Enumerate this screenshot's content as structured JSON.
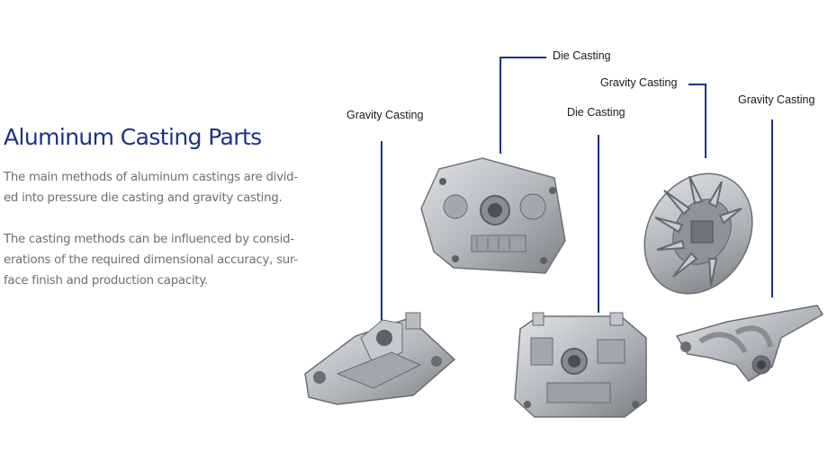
{
  "heading": "Aluminum Casting Parts",
  "paragraphs": [
    {
      "lines": [
        "The main methods of aluminum castings are divid-",
        "ed into pressure die casting and gravity casting."
      ]
    },
    {
      "lines": [
        "The casting methods can be influenced by consid-",
        "erations of the required dimensional accuracy, sur-",
        "face finish and production capacity."
      ]
    }
  ],
  "labels": {
    "gravity_left": "Gravity Casting",
    "die_top": "Die Casting",
    "gravity_middle": "Gravity Casting",
    "die_right": "Die Casting",
    "gravity_right": "Gravity Casting"
  },
  "colors": {
    "heading": "#1d3286",
    "body_text": "#6f6f6f",
    "callout_line": "#1d3286",
    "part_metal": "#b9bcc0"
  },
  "parts": [
    {
      "icon": "intake-manifold-icon"
    },
    {
      "icon": "engine-housing-icon"
    },
    {
      "icon": "fan-wheel-icon"
    },
    {
      "icon": "cylinder-block-icon"
    },
    {
      "icon": "exhaust-manifold-icon"
    }
  ]
}
